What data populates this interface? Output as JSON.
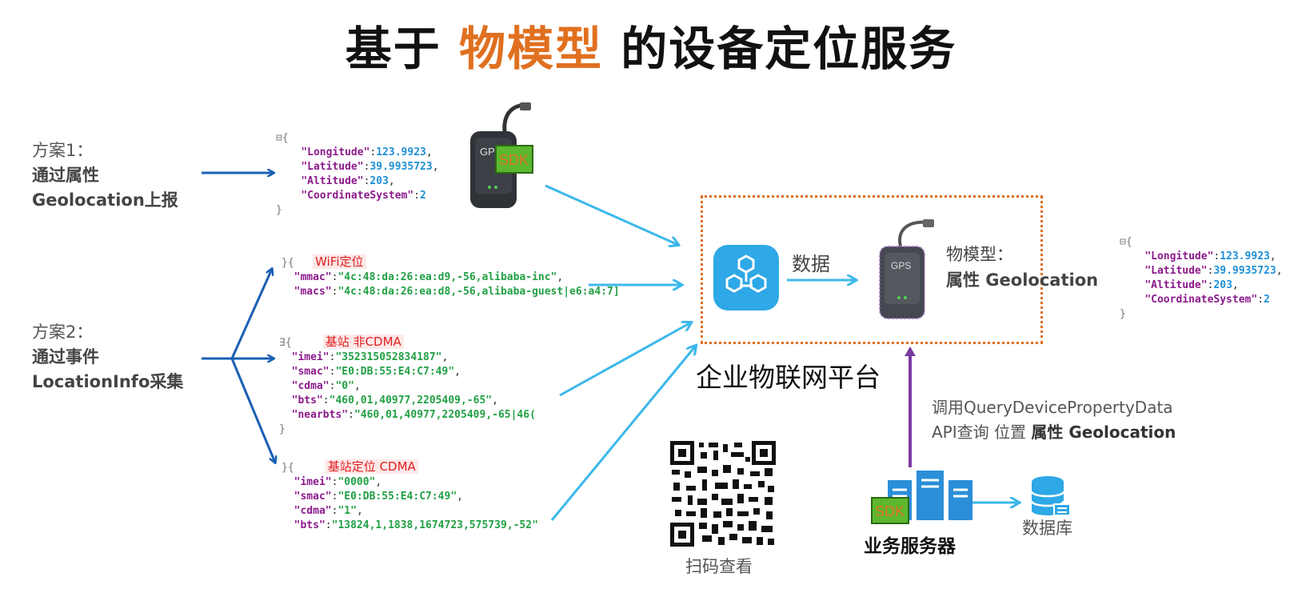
{
  "title": {
    "prefix": "基于 ",
    "highlight": "物模型",
    "suffix": " 的设备定位服务"
  },
  "plan1": {
    "label": "方案1：",
    "line1": "通过属性",
    "line2": "Geolocation上报"
  },
  "plan2": {
    "label": "方案2：",
    "line1": "通过事件",
    "line2": "LocationInfo采集"
  },
  "json_geo": {
    "longitude_key": "\"Longitude\"",
    "longitude_val": "123.9923",
    "latitude_key": "\"Latitude\"",
    "latitude_val": "39.9935723",
    "altitude_key": "\"Altitude\"",
    "altitude_val": "203",
    "cs_key": "\"CoordinateSystem\"",
    "cs_val": "2"
  },
  "wifi": {
    "tag": "WiFi定位",
    "mmac_key": "\"mmac\"",
    "mmac_val": "\"4c:48:da:26:ea:d9,-56,alibaba-inc\"",
    "macs_key": "\"macs\"",
    "macs_val": "\"4c:48:da:26:ea:d8,-56,alibaba-guest|e6:a4:7]"
  },
  "bs_noncdma": {
    "tag": "基站 非CDMA",
    "imei_key": "\"imei\"",
    "imei_val": "\"352315052834187\"",
    "smac_key": "\"smac\"",
    "smac_val": "\"E0:DB:55:E4:C7:49\"",
    "cdma_key": "\"cdma\"",
    "cdma_val": "\"0\"",
    "bts_key": "\"bts\"",
    "bts_val": "\"460,01,40977,2205409,-65\"",
    "nearbts_key": "\"nearbts\"",
    "nearbts_val": "\"460,01,40977,2205409,-65|46("
  },
  "bs_cdma": {
    "tag": "基站定位 CDMA",
    "imei_key": "\"imei\"",
    "imei_val": "\"0000\"",
    "smac_key": "\"smac\"",
    "smac_val": "\"E0:DB:55:E4:C7:49\"",
    "cdma_key": "\"cdma\"",
    "cdma_val": "\"1\"",
    "bts_key": "\"bts\"",
    "bts_val": "\"13824,1,1838,1674723,575739,-52\""
  },
  "icons": {
    "sdk": "SDK",
    "gps": "GPS"
  },
  "platform": {
    "label": "企业物联网平台",
    "data_label": "数据",
    "model_line1": "物模型：",
    "model_line2": "属性 Geolocation"
  },
  "api": {
    "line1": "调用QueryDevicePropertyData",
    "line2_prefix": "API查询 位置  ",
    "line2_bold": "属性 Geolocation"
  },
  "server": {
    "label": "业务服务器"
  },
  "database": {
    "label": "数据库"
  },
  "qr": {
    "label": "扫码查看"
  },
  "colors": {
    "accent": "#e07020",
    "arrow_dark": "#1a5fb4",
    "arrow_light": "#3bb8ea",
    "arrow_purple": "#7a3aa0",
    "sdk_green": "#5cb82e"
  }
}
